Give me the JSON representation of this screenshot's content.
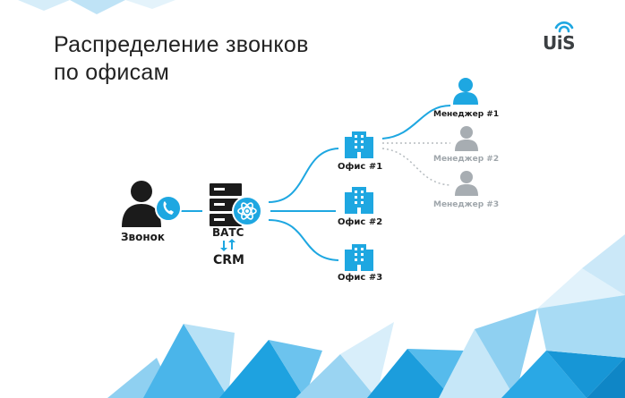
{
  "title": {
    "line1": "Распределение звонков",
    "line2": "по офисам"
  },
  "logo": {
    "text": "UiS",
    "icon": "wifi-icon"
  },
  "nodes": {
    "caller": {
      "label": "Звонок",
      "icon": "person-with-phone-icon"
    },
    "vats": {
      "label": "ВАТС",
      "icon": "server-atom-icon"
    },
    "crm": {
      "label": "CRM",
      "icon": "sync-arrows-icon"
    },
    "offices": [
      {
        "label": "Офис #1",
        "icon": "building-icon"
      },
      {
        "label": "Офис #2",
        "icon": "building-icon"
      },
      {
        "label": "Офис #3",
        "icon": "building-icon"
      }
    ],
    "managers": [
      {
        "label": "Менеджер #1",
        "icon": "person-icon",
        "active": true
      },
      {
        "label": "Менеджер #2",
        "icon": "person-icon",
        "active": false
      },
      {
        "label": "Менеджер #3",
        "icon": "person-icon",
        "active": false
      }
    ]
  },
  "colors": {
    "accent": "#1ea7e1",
    "dark": "#1b1b1b",
    "inactive": "#a7adb2",
    "triangle_light": "#cfe9f7",
    "triangle_mid": "#7fcaf0",
    "triangle_dark": "#29a9e6"
  }
}
